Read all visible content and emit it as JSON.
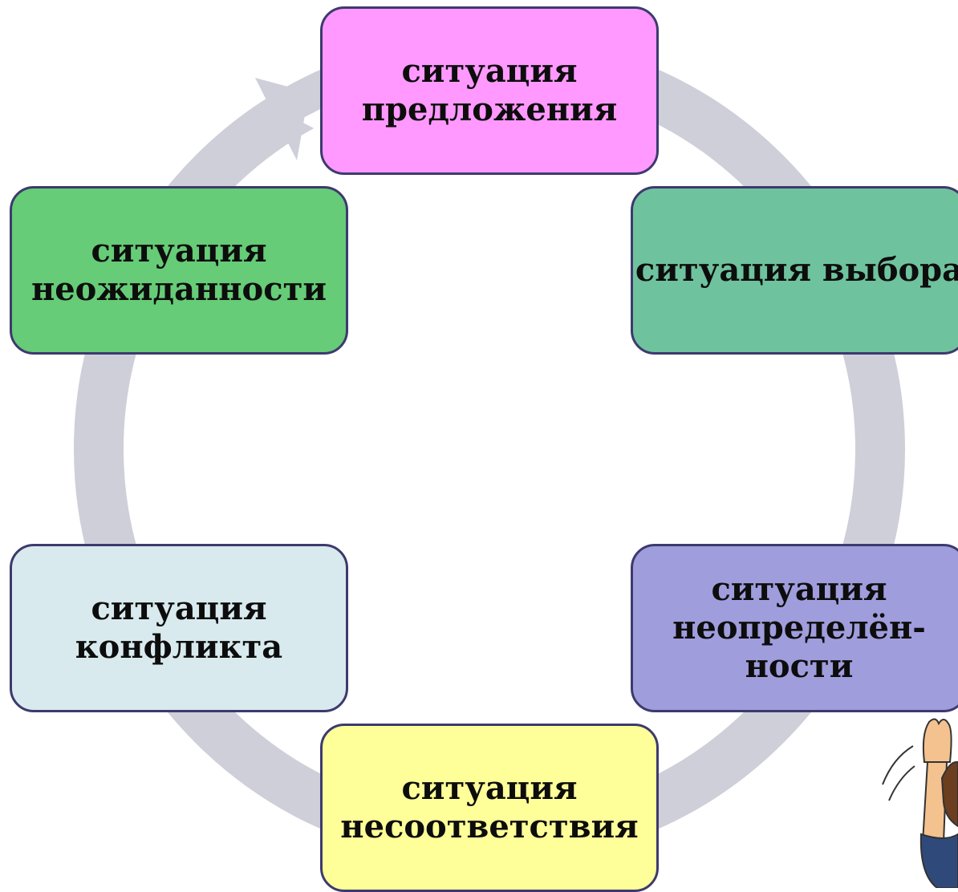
{
  "diagram": {
    "nodes": [
      {
        "label": "ситуация\nпредложения",
        "color": "#ff99ff"
      },
      {
        "label": "ситуация выбора",
        "color": "#6fc29e"
      },
      {
        "label": "ситуация\nнеопределён-\nности",
        "color": "#a09ddd"
      },
      {
        "label": "ситуация\nнесоответствия",
        "color": "#ffff99"
      },
      {
        "label": "ситуация\nконфликта",
        "color": "#d8eaed"
      },
      {
        "label": "ситуация\nнеожиданности",
        "color": "#66cc77"
      }
    ],
    "ring_color": "#cfcfda",
    "border_color": "#3d3a6e"
  }
}
